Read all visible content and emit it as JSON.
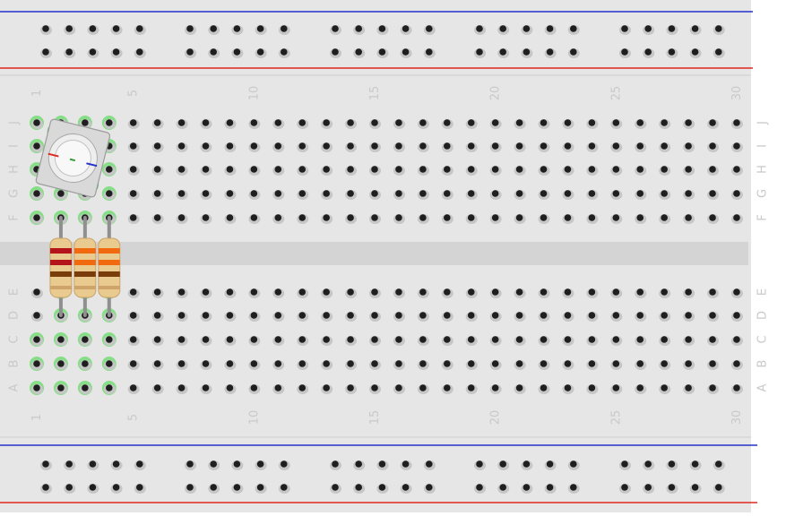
{
  "board": {
    "columns": [
      "1",
      "2",
      "3",
      "4",
      "5",
      "6",
      "7",
      "8",
      "9",
      "10",
      "11",
      "12",
      "13",
      "14",
      "15",
      "16",
      "17",
      "18",
      "19",
      "20",
      "21",
      "22",
      "23",
      "24",
      "25",
      "26",
      "27",
      "28",
      "29",
      "30"
    ],
    "column_labels_shown": [
      "1",
      "5",
      "10",
      "15",
      "20",
      "25",
      "30"
    ],
    "rows_top": [
      "J",
      "I",
      "H",
      "G",
      "F"
    ],
    "rows_bottom": [
      "E",
      "D",
      "C",
      "B",
      "A"
    ],
    "rail_groups": 5,
    "rail_holes_per_group": 5
  },
  "colors": {
    "board": "#e6e6e6",
    "hole": "#1f1f1f",
    "hole_shadow": "#c6c6c6",
    "highlight": "#7ddc7d",
    "label": "#c9c9c9",
    "rail_blue": "#2331c8",
    "rail_red": "#e0281e",
    "trench": "#d4d4d4",
    "led_body": "#d9d9d9",
    "led_pin": "#4fa84f"
  },
  "components": {
    "led": {
      "name": "RGB LED",
      "type": "rgb-led-4pin",
      "col_start": "1",
      "col_end": "4",
      "row_start": "J",
      "row_end": "F"
    },
    "resistors": [
      {
        "col": "2",
        "bands": [
          "#b3151a",
          "#b3151a",
          "#7a3d0a"
        ]
      },
      {
        "col": "3",
        "bands": [
          "#f26a0f",
          "#f26a0f",
          "#7a3d0a"
        ]
      },
      {
        "col": "4",
        "bands": [
          "#f26a0f",
          "#f26a0f",
          "#7a3d0a"
        ]
      }
    ]
  }
}
